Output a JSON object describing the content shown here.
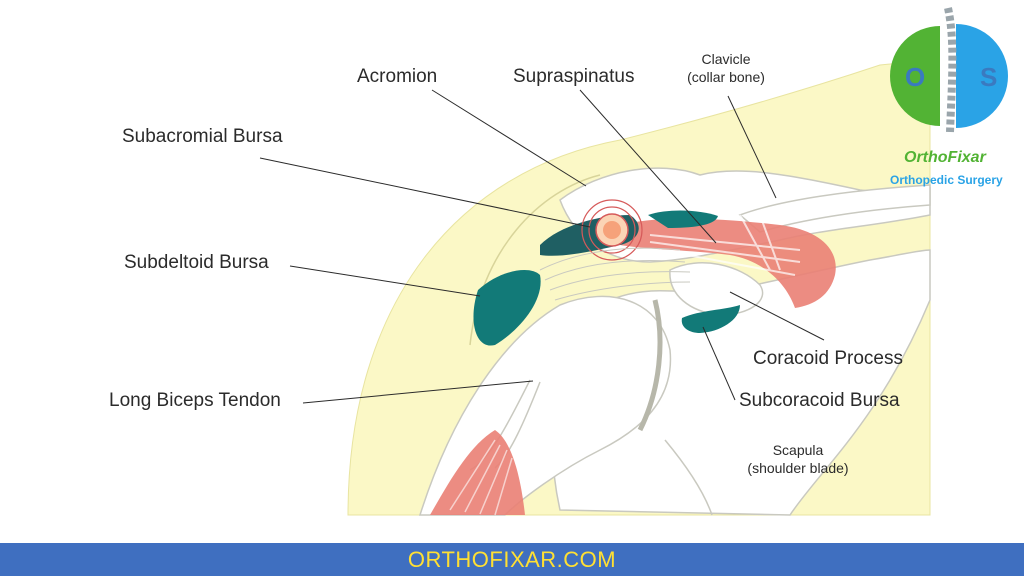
{
  "labels": {
    "acromion": "Acromion",
    "supraspinatus": "Supraspinatus",
    "clavicle_line1": "Clavicle",
    "clavicle_line2": "(collar bone)",
    "subacromial_bursa": "Subacromial Bursa",
    "subdeltoid_bursa": "Subdeltoid Bursa",
    "coracoid_process": "Coracoid Process",
    "subcoracoid_bursa": "Subcoracoid Bursa",
    "long_biceps_tendon": "Long Biceps Tendon",
    "scapula_line1": "Scapula",
    "scapula_line2": "(shoulder blade)"
  },
  "brand": {
    "name": "OrthoFixar",
    "tagline": "Orthopedic Surgery",
    "logo_letters": [
      "O",
      "S"
    ]
  },
  "footer": {
    "text": "ORTHOFIXAR.COM"
  },
  "colors": {
    "skin": "#fbf8c6",
    "bone": "#ffffff",
    "bursa": "#127a78",
    "muscle": "#ea7f74",
    "footer_bg": "#3f6fc0",
    "footer_text": "#ffe033",
    "brand_green": "#52b334",
    "brand_blue": "#2aa3e6"
  }
}
